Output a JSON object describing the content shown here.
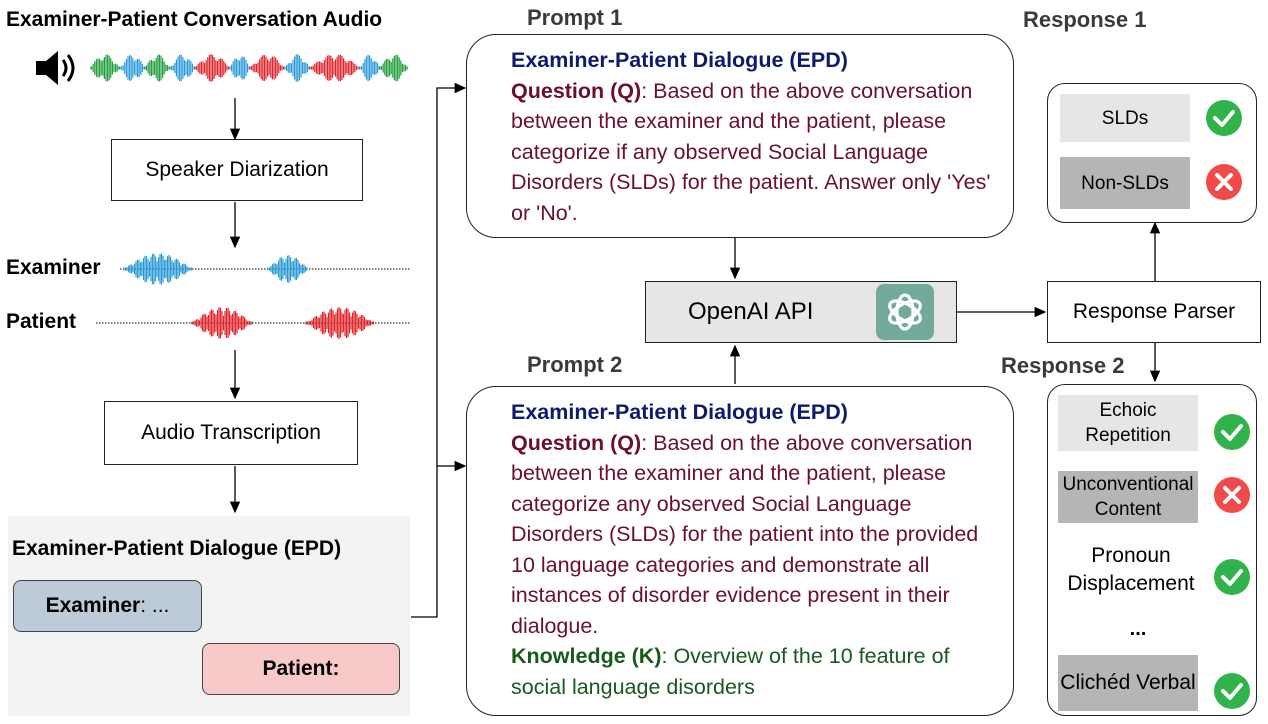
{
  "title": "Examiner-Patient Conversation Audio",
  "steps": {
    "diarization": "Speaker Diarization",
    "transcription": "Audio Transcription"
  },
  "speakers": {
    "examiner": "Examiner",
    "patient": "Patient"
  },
  "epd": {
    "title": "Examiner-Patient Dialogue (EPD)",
    "examiner_name": "Examiner",
    "examiner_rest": ": ...",
    "patient": "Patient:"
  },
  "prompt1": {
    "label": "Prompt 1",
    "title": "Examiner-Patient Dialogue (EPD)",
    "q_label": "Question (Q)",
    "q_text": ": Based on the above conversation between the examiner and the patient, please categorize if any observed Social Language Disorders (SLDs) for the patient. Answer only 'Yes' or 'No'."
  },
  "prompt2": {
    "label": "Prompt 2",
    "title": "Examiner-Patient Dialogue (EPD)",
    "q_label": "Question (Q)",
    "q_text": ": Based on the above conversation between the examiner and the patient, please categorize any observed Social Language Disorders (SLDs) for the patient into the provided 10 language categories and demonstrate all instances of disorder evidence present in their dialogue.",
    "k_label": "Knowledge (K)",
    "k_text": ": Overview of the 10 feature of social language disorders"
  },
  "api": {
    "label": "OpenAI API",
    "logo": "chatgpt-logo-icon"
  },
  "parser": {
    "label": "Response Parser"
  },
  "response1": {
    "label": "Response 1",
    "items": [
      {
        "text": "SLDs",
        "status": "check"
      },
      {
        "text": "Non-SLDs",
        "status": "cross"
      }
    ]
  },
  "response2": {
    "label": "Response 2",
    "items": [
      {
        "text": "Echoic Repetition",
        "status": "check"
      },
      {
        "text": "Unconventional Content",
        "status": "cross"
      },
      {
        "text": "Pronoun Displacement",
        "status": "check"
      },
      {
        "text": "...",
        "status": "none"
      },
      {
        "text": "Clichéd Verbal",
        "status": "check"
      }
    ]
  },
  "colors": {
    "check": "#2fb34a",
    "cross": "#f04a4a",
    "examiner_wave": "#2a9bd8",
    "patient_wave": "#e0262d",
    "mixed_green": "#1f9e3a",
    "examiner_bubble": "#bccbd7",
    "patient_bubble": "#f7c9c9"
  }
}
